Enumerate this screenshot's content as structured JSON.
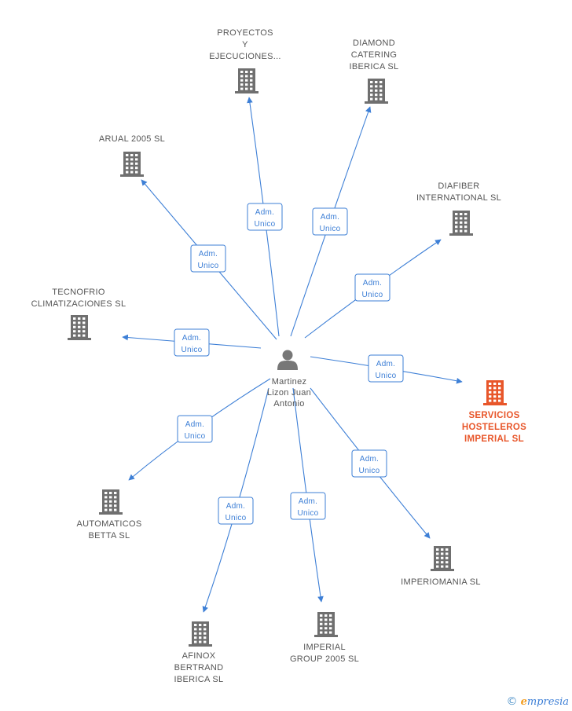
{
  "center": {
    "name_lines": [
      "Martinez",
      "Lizon Juan",
      "Antonio"
    ],
    "icon": "person-icon"
  },
  "role_label_lines": [
    "Adm.",
    "Unico"
  ],
  "companies": [
    {
      "id": "proyectos",
      "lines": [
        "PROYECTOS",
        "Y",
        "EJECUCIONES..."
      ],
      "icon": "building-icon",
      "highlight": false
    },
    {
      "id": "diamond",
      "lines": [
        "DIAMOND",
        "CATERING",
        "IBERICA SL"
      ],
      "icon": "building-icon",
      "highlight": false
    },
    {
      "id": "arual",
      "lines": [
        "ARUAL 2005  SL"
      ],
      "icon": "building-icon",
      "highlight": false
    },
    {
      "id": "diafiber",
      "lines": [
        "DIAFIBER",
        "INTERNATIONAL SL"
      ],
      "icon": "building-icon",
      "highlight": false
    },
    {
      "id": "tecnofrio",
      "lines": [
        "TECNOFRIO",
        "CLIMATIZACIONES SL"
      ],
      "icon": "building-icon",
      "highlight": false
    },
    {
      "id": "servicios",
      "lines": [
        "SERVICIOS",
        "HOSTELEROS",
        "IMPERIAL SL"
      ],
      "icon": "building-icon",
      "highlight": true
    },
    {
      "id": "automaticos",
      "lines": [
        "AUTOMATICOS",
        "BETTA SL"
      ],
      "icon": "building-icon",
      "highlight": false
    },
    {
      "id": "imperiomania",
      "lines": [
        "IMPERIOMANIA SL"
      ],
      "icon": "building-icon",
      "highlight": false
    },
    {
      "id": "afinox",
      "lines": [
        "AFINOX",
        "BERTRAND",
        "IBERICA SL"
      ],
      "icon": "building-icon",
      "highlight": false
    },
    {
      "id": "imperialgroup",
      "lines": [
        "IMPERIAL",
        "GROUP 2005 SL"
      ],
      "icon": "building-icon",
      "highlight": false
    }
  ],
  "colors": {
    "edge": "#3d7fd6",
    "building": "#6f6f6f",
    "building_highlight": "#e8562a",
    "person": "#777777"
  },
  "footer": {
    "copyright": "©",
    "brand_initial": "e",
    "brand_rest": "mpresia"
  }
}
